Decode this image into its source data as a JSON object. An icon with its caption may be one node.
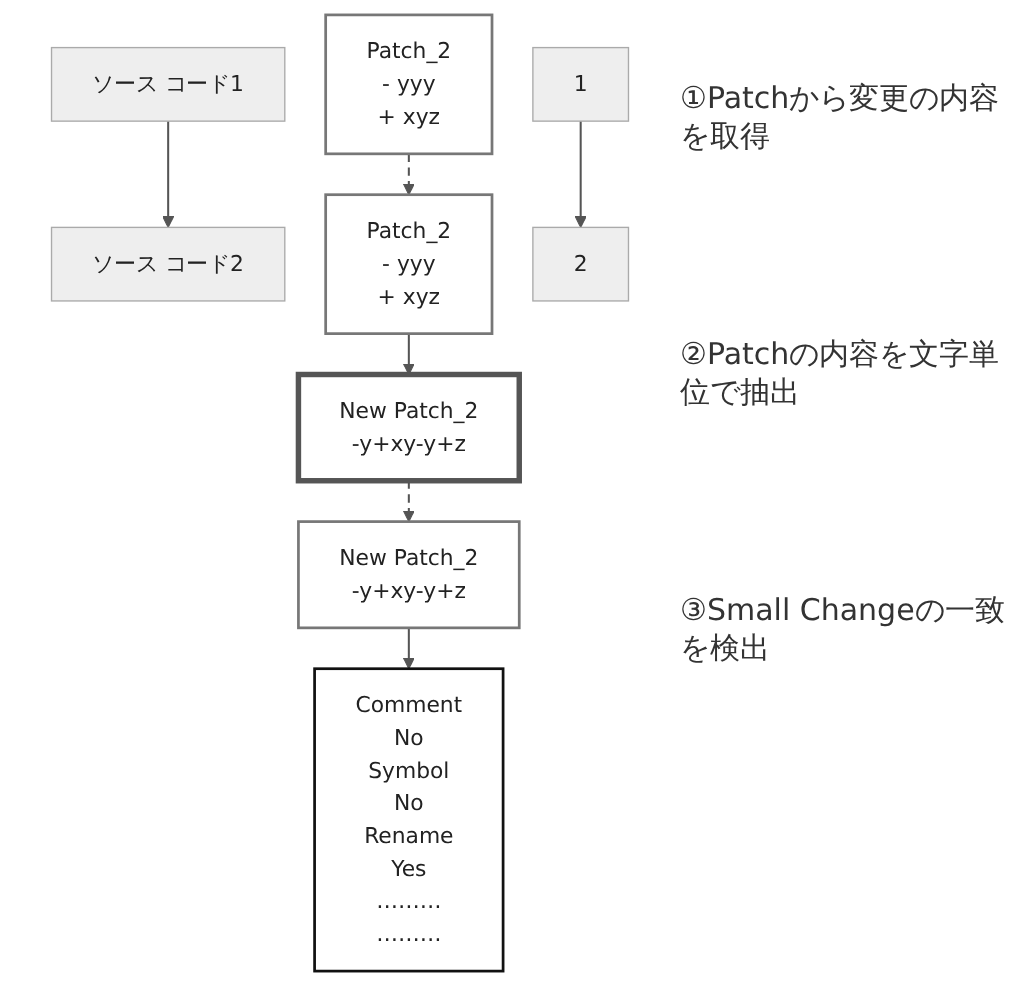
{
  "diagram": {
    "nodes": [
      {
        "text": [
          "Patch_2",
          "- yyy",
          "+ xyz"
        ]
      },
      {
        "text": [
          "ソース コード1"
        ]
      },
      {
        "text": [
          "ソース コード2"
        ]
      },
      {
        "text": [
          "Patch_2",
          "- yyy",
          "+ xyz"
        ]
      },
      {
        "text": [
          "New Patch_2",
          "-y+xy-y+z"
        ]
      },
      {
        "text": [
          "1"
        ]
      },
      {
        "text": [
          "2"
        ]
      },
      {
        "text": [
          "New Patch_2",
          "-y+xy-y+z"
        ]
      },
      {
        "text": [
          "Comment",
          "No",
          "Symbol",
          "No",
          "Rename",
          "Yes",
          "………",
          "………"
        ]
      }
    ],
    "edges": [
      {
        "from": 1,
        "to": 2,
        "arrow": "to"
      },
      {
        "from": 0,
        "to": 3,
        "arrow": "to",
        "style": "dashed"
      },
      {
        "from": 3,
        "to": 4,
        "arrow": "to"
      },
      {
        "from": 5,
        "to": 6,
        "arrow": "to"
      },
      {
        "from": 4,
        "to": 7,
        "arrow": "to",
        "style": "dashed"
      },
      {
        "from": 7,
        "to": 8,
        "arrow": "to"
      }
    ],
    "labels": [
      "①Patchから変更の内容を取得",
      "②Patchの内容を文字単位で抽出",
      "③Small Changeの一致を検出"
    ]
  }
}
